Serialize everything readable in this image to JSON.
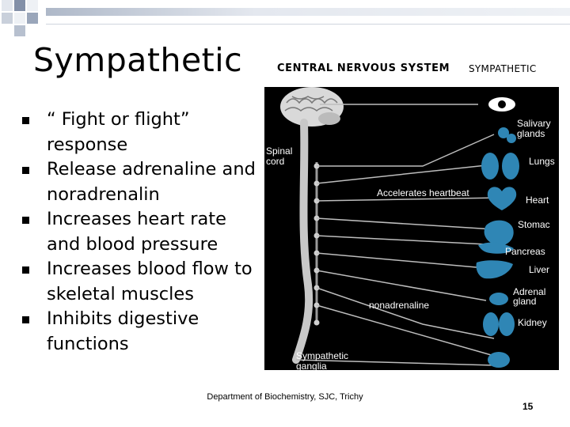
{
  "slide": {
    "title": "Sympathetic",
    "bullets": [
      "“ Fight or flight” response",
      "Release adrenaline and noradrenalin",
      "Increases heart rate and blood pressure",
      "Increases blood flow to skeletal muscles",
      "Inhibits digestive functions"
    ],
    "footer": "Department of Biochemistry, SJC, Trichy",
    "page_number": "15"
  },
  "diagram": {
    "header_cns": "CENTRAL NERVOUS SYSTEM",
    "header_sympathetic": "SYMPATHETIC",
    "labels": {
      "spinal_cord": "Spinal cord",
      "salivary_glands": "Salivary glands",
      "lungs": "Lungs",
      "accelerates_heartbeat": "Accelerates heartbeat",
      "heart": "Heart",
      "stomach": "Stomac",
      "pancreas": "Pancreas",
      "liver": "Liver",
      "adrenal_gland": "Adrenal gland",
      "nonadrenaline": "nonadrenaline",
      "kidney": "Kidney",
      "sympathetic_ganglia": "Sympathetic ganglia"
    },
    "colors": {
      "organ": "#2f86b5",
      "nerve": "#bfbfbf",
      "background": "#000000"
    }
  },
  "decor": {
    "square_colors": [
      "#7f8fa6",
      "#c5cdd8",
      "#dfe4ec"
    ]
  }
}
